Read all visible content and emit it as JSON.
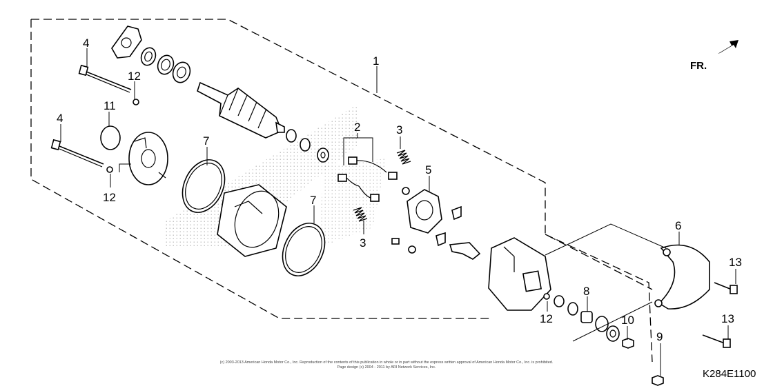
{
  "diagram": {
    "ref_code": "K284E1100",
    "direction_label": "FR.",
    "copyright_line1": "(c) 2003-2013 American Honda Motor Co., Inc. Reproduction of the contents of this publication in whole or in part without the express written approval of American Honda Motor Co., Inc. is prohibited.",
    "copyright_line2": "Page design (c) 2004 - 2011 by ARI Network Services, Inc.",
    "callouts": {
      "c1": "1",
      "c2": "2",
      "c3a": "3",
      "c3b": "3",
      "c4a": "4",
      "c4b": "4",
      "c5": "5",
      "c6": "6",
      "c7a": "7",
      "c7b": "7",
      "c8": "8",
      "c9": "9",
      "c10": "10",
      "c11": "11",
      "c12a": "12",
      "c12b": "12",
      "c12c": "12",
      "c13a": "13",
      "c13b": "13"
    }
  }
}
